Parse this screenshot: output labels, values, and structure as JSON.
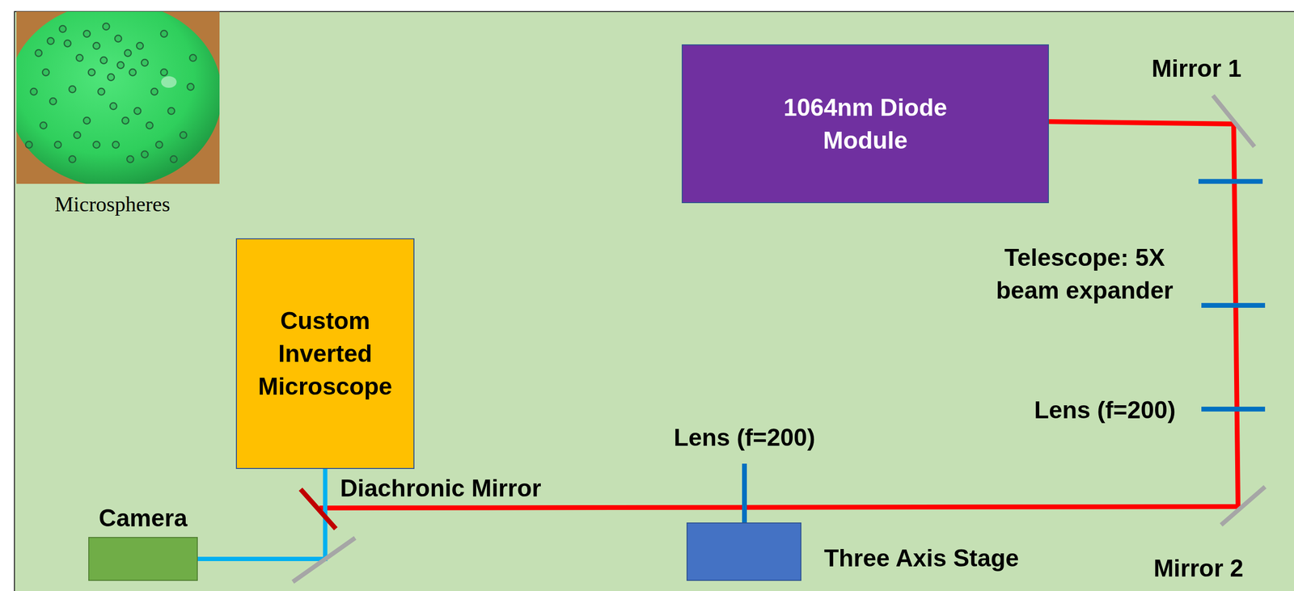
{
  "diagram": {
    "nodes": [
      {
        "text": [
          "1064nm Diode Module"
        ]
      },
      {
        "text": [
          "Custom Inverted Microscope"
        ]
      },
      {
        "text": [
          "Camera"
        ]
      },
      {
        "text": [
          "Three Axis Stage"
        ]
      }
    ],
    "edges": [
      {
        "from": 1,
        "to": 2,
        "arrow": "none"
      }
    ],
    "labels": [
      "Microspheres",
      "Mirror 1",
      "Telescope: 5X beam expander",
      "Lens (f=200)",
      "Lens (f=200)",
      "Diachronic Mirror",
      "Mirror 2"
    ]
  }
}
